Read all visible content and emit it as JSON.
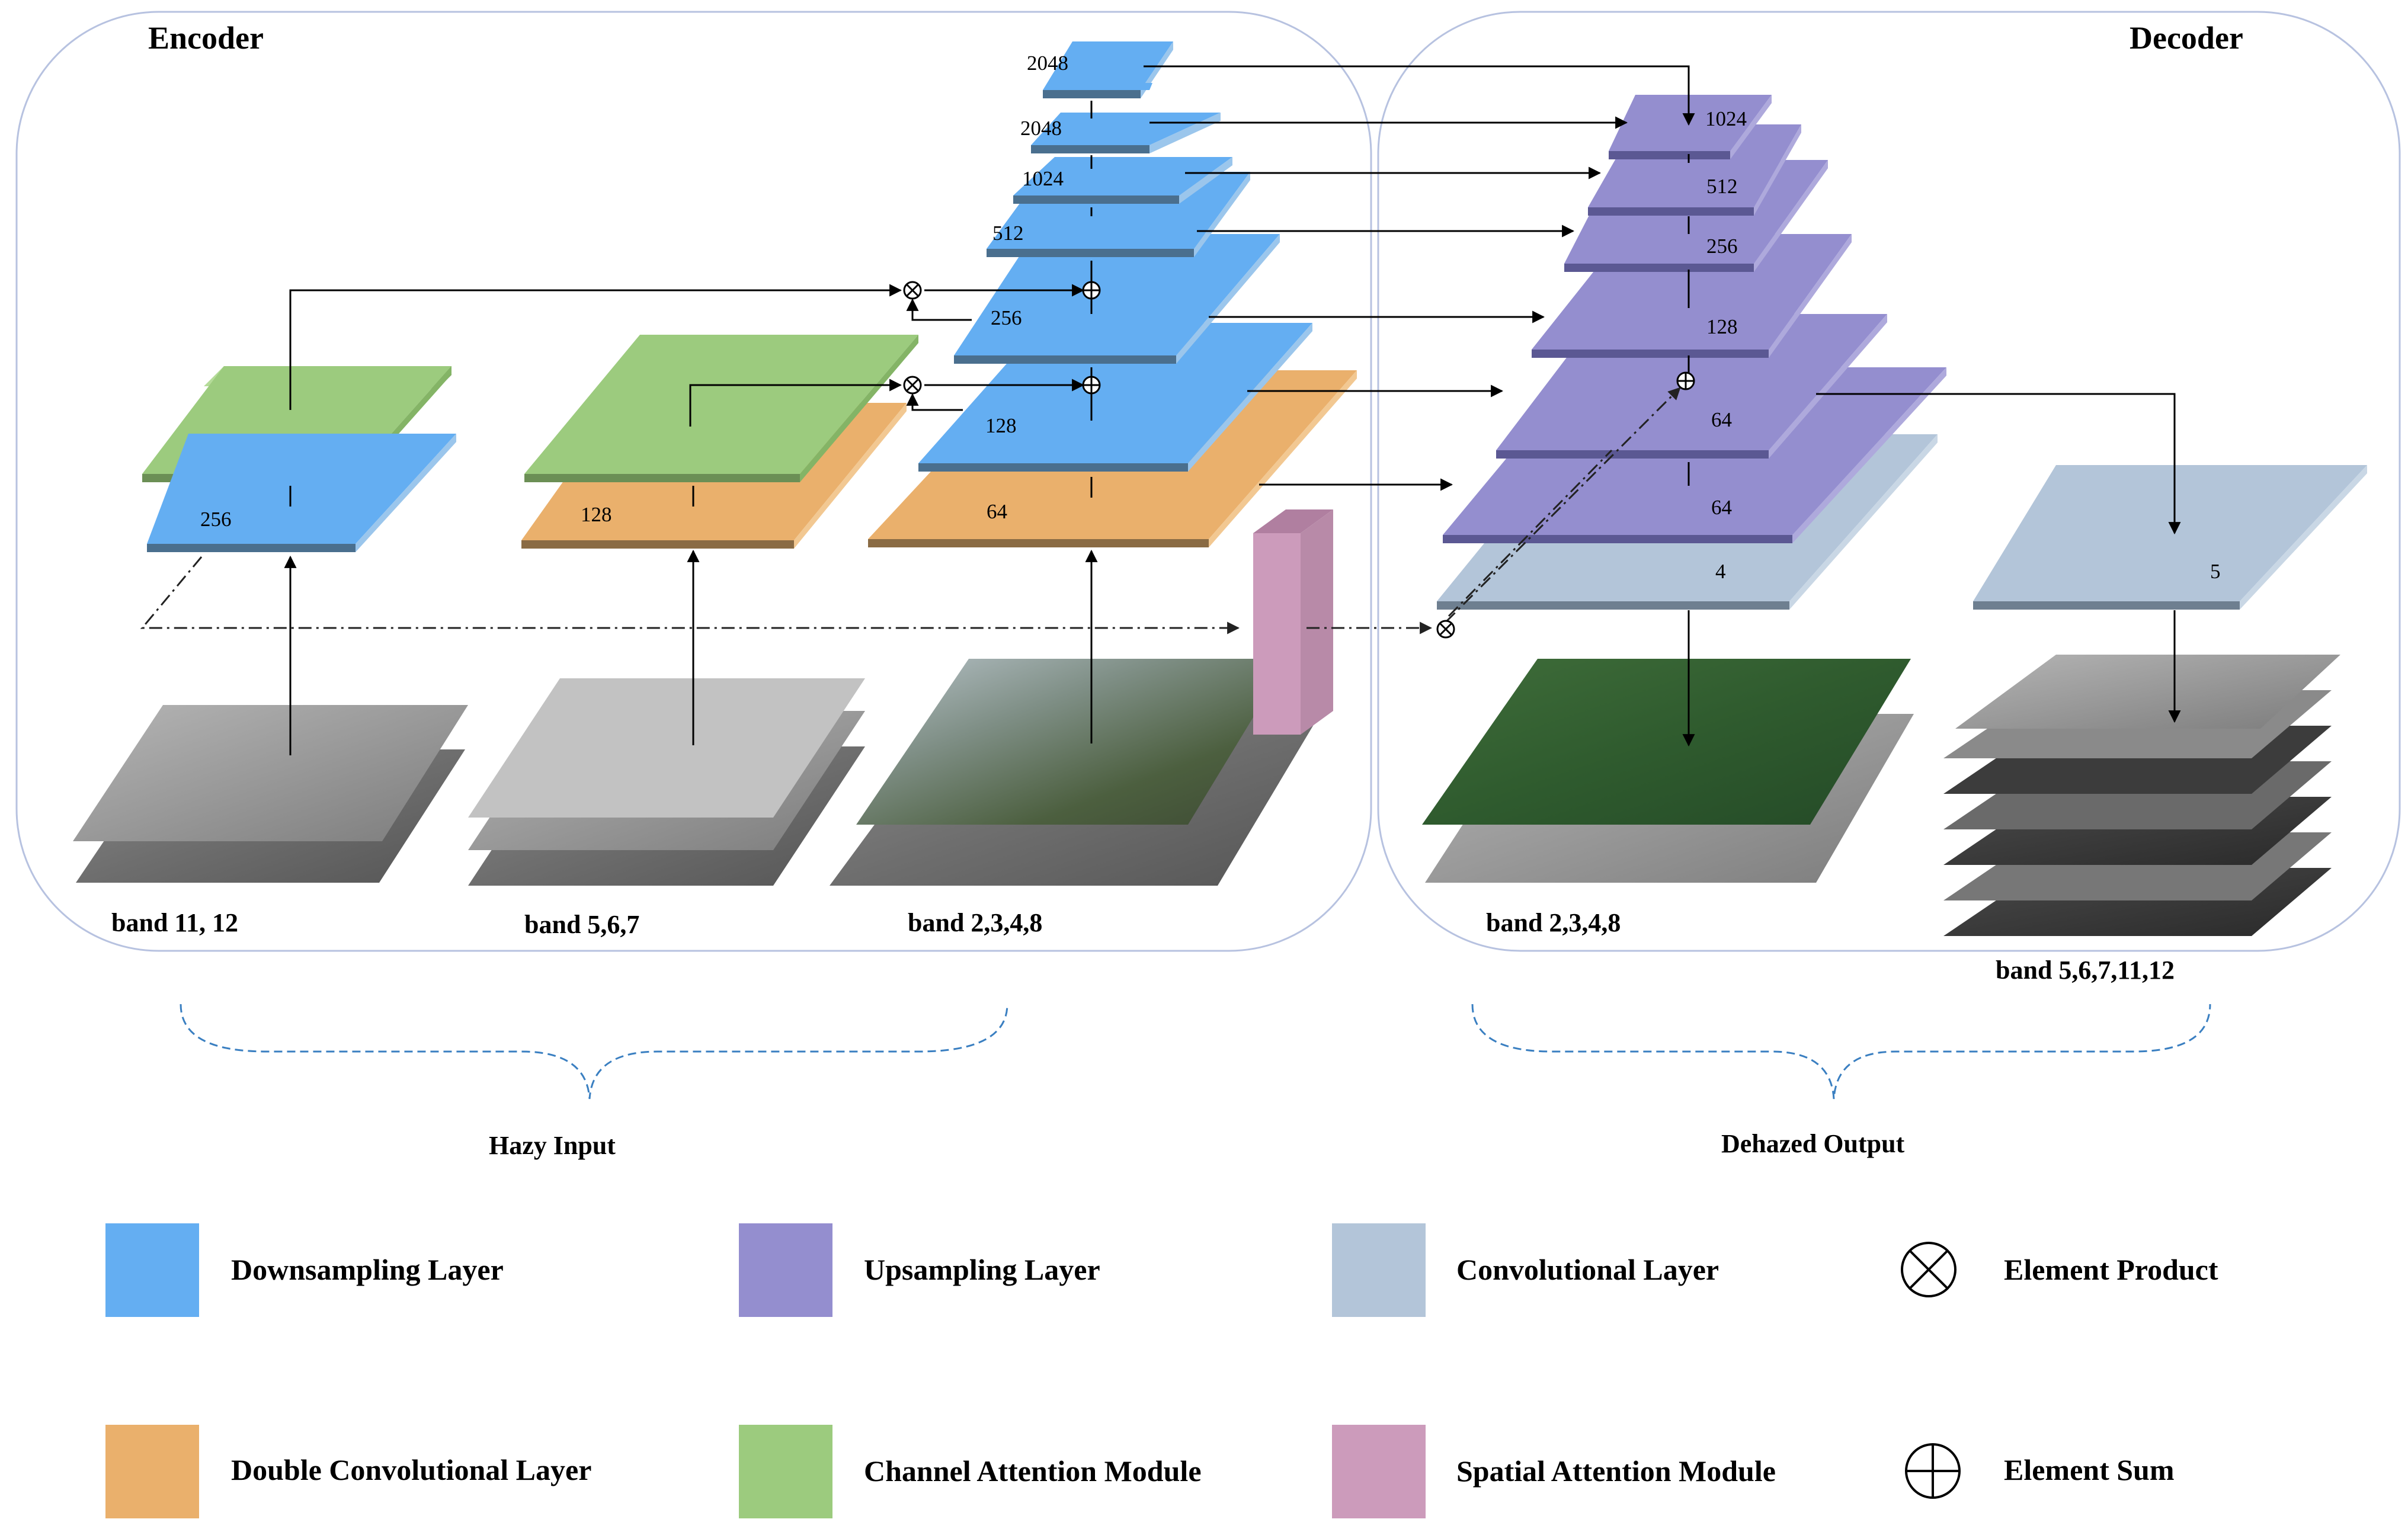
{
  "panels": {
    "encoder_title": "Encoder",
    "decoder_title": "Decoder"
  },
  "layer_labels": {
    "enc_a_down": "256",
    "enc_b_double": "128",
    "enc_c_double": "64",
    "enc_c_down1": "128",
    "enc_c_down2": "256",
    "enc_c_down3": "512",
    "enc_c_down4": "1024",
    "enc_c_down5": "2048",
    "enc_c_down6": "2048",
    "dec_up1": "1024",
    "dec_up2": "512",
    "dec_up3": "256",
    "dec_up4": "128",
    "dec_up5": "64",
    "dec_up6": "64",
    "dec_conv_a": "4",
    "dec_conv_b": "5"
  },
  "band_labels": {
    "enc_a": "band 11, 12",
    "enc_b": "band 5,6,7",
    "enc_c": "band 2,3,4,8",
    "dec_a": "band 2,3,4,8",
    "dec_b": "band 5,6,7,11,12"
  },
  "braces": {
    "input_label": "Hazy Input",
    "output_label": "Dehazed Output"
  },
  "legend": [
    {
      "label": "Downsampling Layer",
      "color": "#64aef2",
      "kind": "swatch"
    },
    {
      "label": "Upsampling Layer",
      "color": "#948ecf",
      "kind": "swatch"
    },
    {
      "label": "Convolutional Layer",
      "color": "#b3c5d9",
      "kind": "swatch"
    },
    {
      "label": "Element Product",
      "color": "#000000",
      "kind": "product-symbol"
    },
    {
      "label": "Double Convolutional Layer",
      "color": "#eab06c",
      "kind": "swatch"
    },
    {
      "label": "Channel Attention Module",
      "color": "#9ccb7e",
      "kind": "swatch"
    },
    {
      "label": "Spatial Attention Module",
      "color": "#cc9bbb",
      "kind": "swatch"
    },
    {
      "label": "Element Sum",
      "color": "#000000",
      "kind": "sum-symbol"
    }
  ],
  "colors": {
    "downsampling": "#64aef2",
    "upsampling": "#948ecf",
    "convolutional": "#b3c5d9",
    "double_conv": "#eab06c",
    "channel_attention": "#9ccb7e",
    "spatial_attention": "#cc9bbb",
    "panel_border": "#b7c2e0",
    "brace": "#3a7fc1"
  }
}
